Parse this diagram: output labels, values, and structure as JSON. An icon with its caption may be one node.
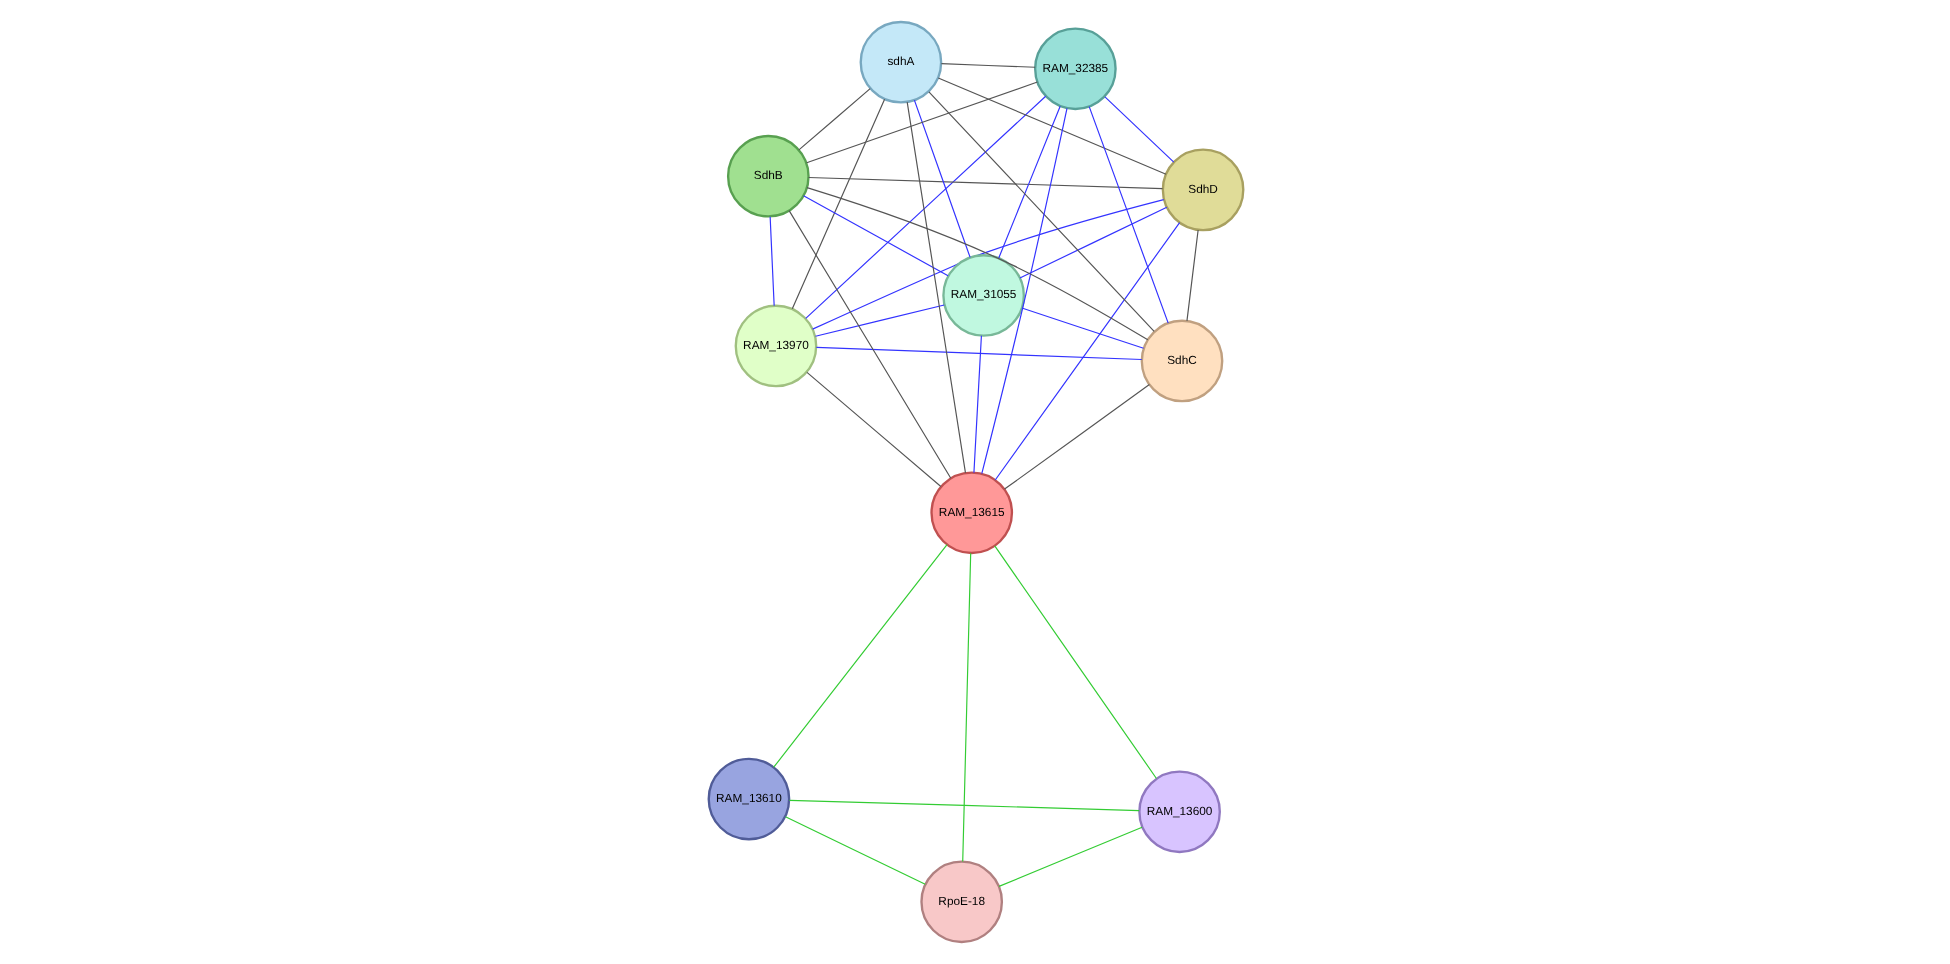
{
  "diagram": {
    "nodes": [
      {
        "text": [
          "RAM_13970"
        ]
      },
      {
        "text": [
          "SdhD"
        ]
      },
      {
        "text": [
          "RAM_31055"
        ]
      },
      {
        "text": [
          "sdhA"
        ]
      },
      {
        "text": [
          "RAM_32385"
        ]
      },
      {
        "text": [
          "SdhB"
        ]
      },
      {
        "text": [
          "RAM_13615"
        ]
      },
      {
        "text": [
          "SdhC"
        ]
      },
      {
        "text": [
          "RAM_13610"
        ]
      },
      {
        "text": [
          "RAM_13600"
        ]
      },
      {
        "text": [
          "RpoE-18"
        ]
      }
    ],
    "edges": [
      {
        "from": 0,
        "to": 1,
        "arrow": "none",
        "color": "#3333ff"
      },
      {
        "from": 0,
        "to": 2,
        "arrow": "none",
        "color": "#3333ff"
      },
      {
        "from": 0,
        "to": 3,
        "arrow": "none",
        "color": "#555555"
      },
      {
        "from": 0,
        "to": 4,
        "arrow": "none",
        "color": "#3333ff"
      },
      {
        "from": 0,
        "to": 5,
        "arrow": "none",
        "color": "#3333ff"
      },
      {
        "from": 0,
        "to": 6,
        "arrow": "none",
        "color": "#555555"
      },
      {
        "from": 0,
        "to": 7,
        "arrow": "none",
        "color": "#3333ff"
      },
      {
        "from": 1,
        "to": 2,
        "arrow": "none",
        "color": "#3333ff"
      },
      {
        "from": 1,
        "to": 3,
        "arrow": "none",
        "color": "#555555"
      },
      {
        "from": 1,
        "to": 4,
        "arrow": "none",
        "color": "#3333ff"
      },
      {
        "from": 1,
        "to": 5,
        "arrow": "none",
        "color": "#555555"
      },
      {
        "from": 1,
        "to": 6,
        "arrow": "none",
        "color": "#3333ff"
      },
      {
        "from": 1,
        "to": 7,
        "arrow": "none",
        "color": "#555555"
      },
      {
        "from": 2,
        "to": 3,
        "arrow": "none",
        "color": "#3333ff"
      },
      {
        "from": 2,
        "to": 4,
        "arrow": "none",
        "color": "#3333ff"
      },
      {
        "from": 2,
        "to": 5,
        "arrow": "none",
        "color": "#3333ff"
      },
      {
        "from": 2,
        "to": 6,
        "arrow": "none",
        "color": "#3333ff"
      },
      {
        "from": 2,
        "to": 7,
        "arrow": "none",
        "color": "#3333ff"
      },
      {
        "from": 3,
        "to": 4,
        "arrow": "none",
        "color": "#555555"
      },
      {
        "from": 3,
        "to": 5,
        "arrow": "none",
        "color": "#555555"
      },
      {
        "from": 3,
        "to": 6,
        "arrow": "none",
        "color": "#555555"
      },
      {
        "from": 3,
        "to": 7,
        "arrow": "none",
        "color": "#555555"
      },
      {
        "from": 4,
        "to": 5,
        "arrow": "none",
        "color": "#555555"
      },
      {
        "from": 4,
        "to": 6,
        "arrow": "none",
        "color": "#3333ff"
      },
      {
        "from": 4,
        "to": 7,
        "arrow": "none",
        "color": "#3333ff"
      },
      {
        "from": 5,
        "to": 6,
        "arrow": "none",
        "color": "#555555"
      },
      {
        "from": 5,
        "to": 7,
        "arrow": "none",
        "color": "#555555"
      },
      {
        "from": 6,
        "to": 7,
        "arrow": "none",
        "color": "#555555"
      },
      {
        "from": 6,
        "to": 8,
        "arrow": "none",
        "color": "#33cc33"
      },
      {
        "from": 6,
        "to": 9,
        "arrow": "none",
        "color": "#33cc33"
      },
      {
        "from": 6,
        "to": 10,
        "arrow": "none",
        "color": "#33cc33"
      },
      {
        "from": 8,
        "to": 9,
        "arrow": "none",
        "color": "#33cc33"
      },
      {
        "from": 8,
        "to": 10,
        "arrow": "none",
        "color": "#33cc33"
      },
      {
        "from": 9,
        "to": 10,
        "arrow": "none",
        "color": "#33cc33"
      }
    ]
  }
}
